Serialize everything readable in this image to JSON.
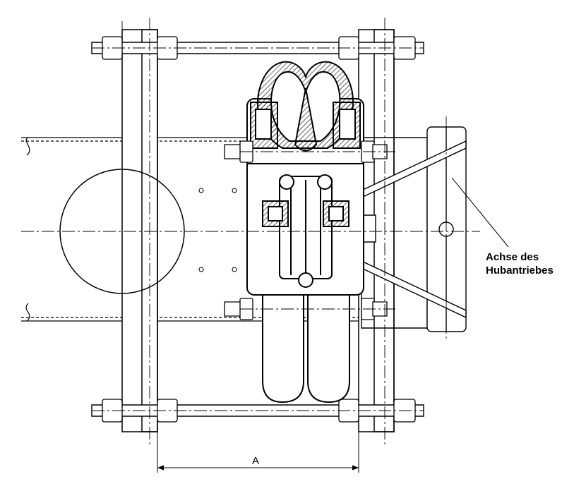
{
  "drawing": {
    "callout": {
      "line1": "Achse des",
      "line2": "Hubantriebes"
    },
    "dimension_label": "A"
  }
}
